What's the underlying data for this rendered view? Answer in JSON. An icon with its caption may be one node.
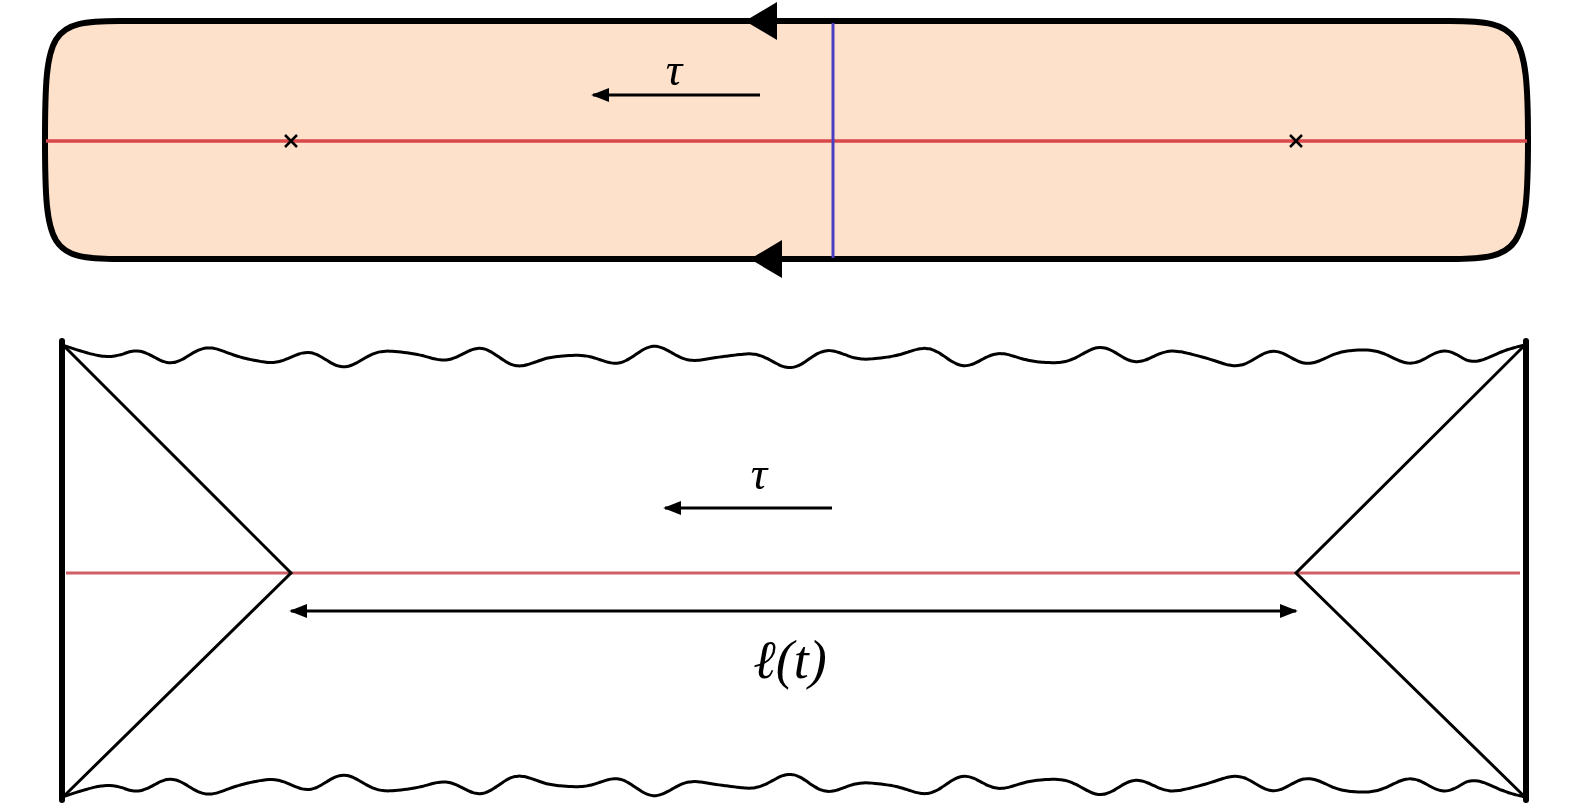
{
  "diagram": {
    "labels": [
      "τ",
      "τ",
      "ℓ(t)"
    ]
  }
}
